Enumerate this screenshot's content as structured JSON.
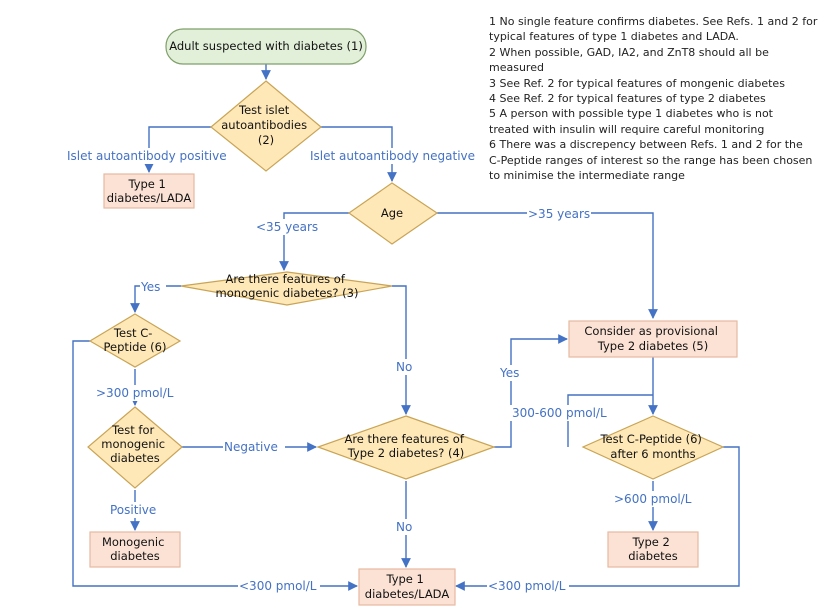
{
  "nodes": {
    "start": [
      "Adult suspected with diabetes (1)"
    ],
    "test_islet": [
      "Test islet",
      "autoantibodies",
      "(2)"
    ],
    "type1_lada_top": [
      "Type 1",
      "diabetes/LADA"
    ],
    "age": [
      "Age"
    ],
    "monogenic_features": [
      "Are there features of",
      "monogenic diabetes? (3)"
    ],
    "test_cpeptide": [
      "Test C-",
      "Peptide (6)"
    ],
    "test_monogenic": [
      "Test for",
      "monogenic",
      "diabetes"
    ],
    "monogenic_diabetes": [
      "Monogenic",
      "diabetes"
    ],
    "type2_features": [
      "Are there features of",
      "Type 2 diabetes? (4)"
    ],
    "provisional_type2": [
      "Consider as provisional",
      "Type 2 diabetes (5)"
    ],
    "test_cpeptide_6m": [
      "Test C-Peptide (6)",
      "after 6 months"
    ],
    "type2_diabetes": [
      "Type 2",
      "diabetes"
    ],
    "type1_lada_bottom": [
      "Type 1",
      "diabetes/LADA"
    ]
  },
  "edge_labels": {
    "islet_positive": "Islet autoantibody positive",
    "islet_negative": "Islet autoantibody negative",
    "age_under35": "<35 years",
    "age_over35": ">35 years",
    "mono_yes": "Yes",
    "mono_no": "No",
    "cpep_over300": ">300 pmol/L",
    "cpep_under300": "<300 pmol/L",
    "test_mono_negative": "Negative",
    "test_mono_positive": "Positive",
    "type2_yes": "Yes",
    "type2_no": "No",
    "cpep6m_range": "300-600 pmol/L",
    "cpep6m_over600": ">600 pmol/L",
    "cpep6m_under300": "<300 pmol/L"
  },
  "notes": [
    "1 No single feature confirms diabetes. See Refs. 1 and 2 for",
    "typical features of type 1 diabetes and LADA.",
    "2 When possible, GAD, IA2, and ZnT8 should all be",
    "measured",
    "3 See Ref. 2 for typical features of mongenic diabetes",
    "4 See Ref. 2 for typical features of type 2 diabetes",
    "5 A person with possible type 1 diabetes who is not",
    "treated with insulin will require careful monitoring",
    "6 There was a discrepency between Refs. 1 and 2 for the",
    "C-Peptide ranges of interest so the range has been chosen",
    "to minimise the intermediate range"
  ],
  "colors": {
    "decision_fill": "#FFE8B8",
    "decision_stroke": "#C9A455",
    "outcome_fill": "#FBE2D5",
    "outcome_stroke": "#E7B9A0",
    "start_fill": "#E2F0D9",
    "start_stroke": "#7F9F6A",
    "line": "#4472C4"
  }
}
